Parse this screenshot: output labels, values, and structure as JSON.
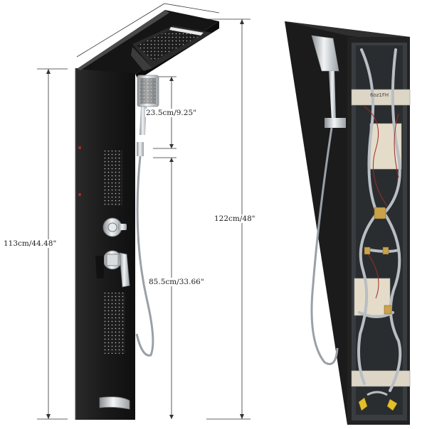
{
  "dimensions": {
    "total_height": "122cm/48\"",
    "panel_height": "113cm/44.48\"",
    "handset_height": "23.5cm/9.25\"",
    "lower_height": "85.5cm/33.66\""
  },
  "back_view": {
    "rail_stamp": "6oz1FH"
  },
  "colors": {
    "panel": "#1e1e1e",
    "panel_edge": "#3a3a3a",
    "chrome": "#cfd3d6",
    "hose": "#9aa0a6",
    "dimension_line": "#333333"
  }
}
